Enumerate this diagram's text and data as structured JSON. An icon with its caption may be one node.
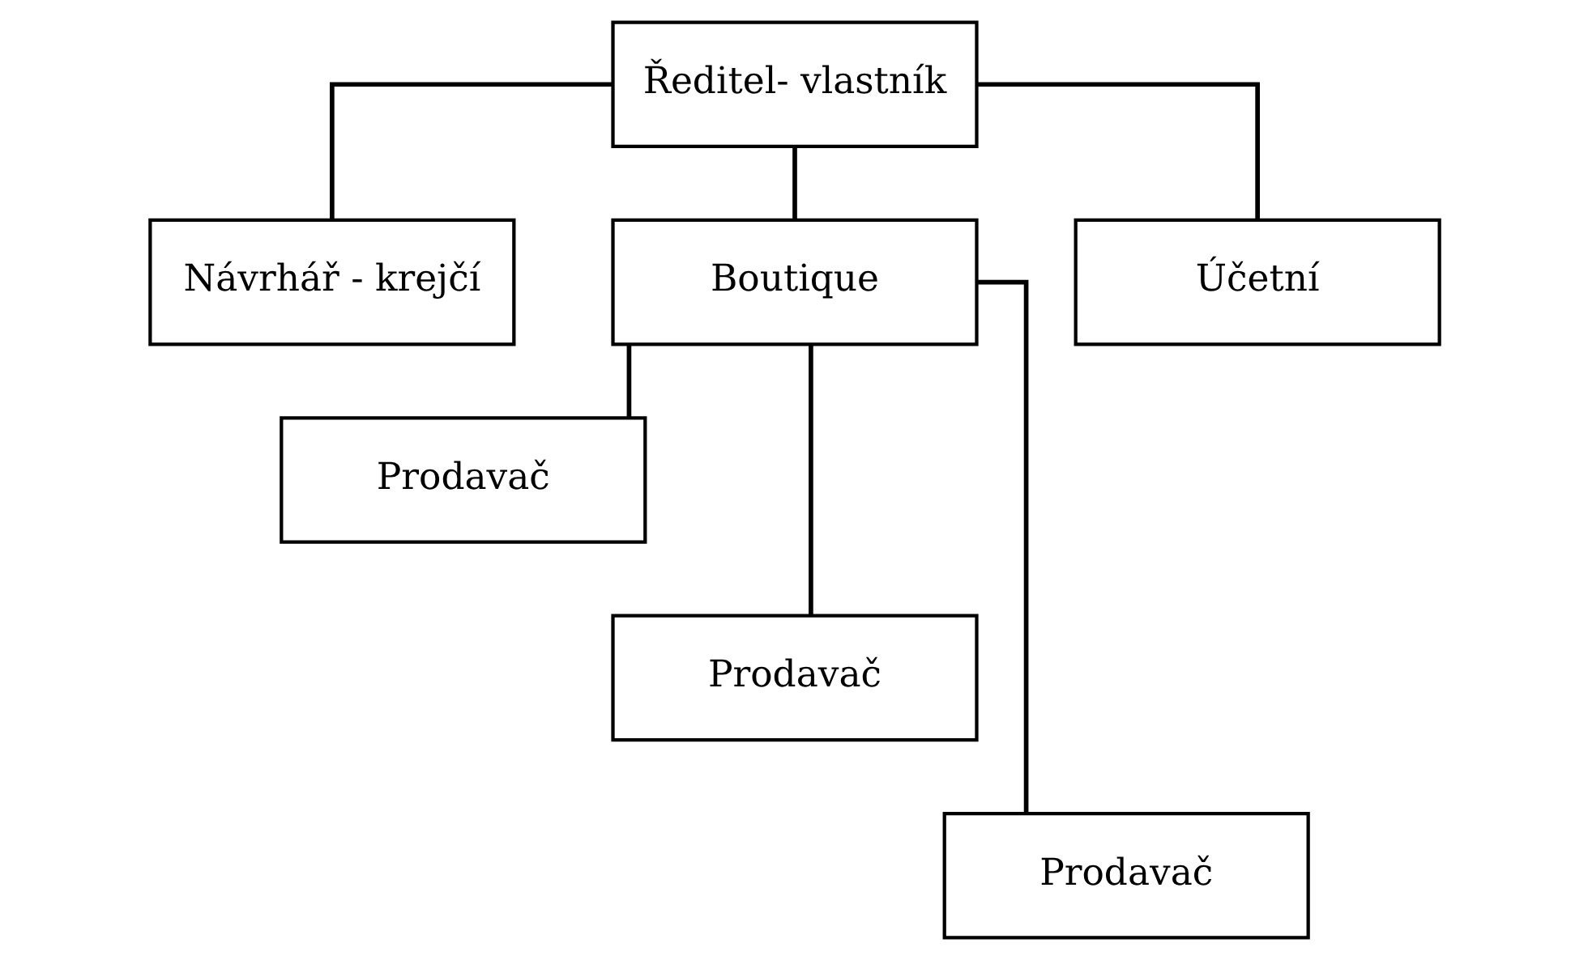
{
  "diagram": {
    "nodes": [
      {
        "text": [
          "Ředitel- vlastník"
        ]
      },
      {
        "text": [
          "Návrhář - krejčí"
        ]
      },
      {
        "text": [
          "Boutique"
        ]
      },
      {
        "text": [
          "Účetní"
        ]
      },
      {
        "text": [
          "Prodavač"
        ]
      },
      {
        "text": [
          "Prodavač"
        ]
      },
      {
        "text": [
          "Prodavač"
        ]
      }
    ],
    "edges": [
      {
        "from": 0,
        "to": 1,
        "arrow": "none"
      },
      {
        "from": 0,
        "to": 2,
        "arrow": "none"
      },
      {
        "from": 0,
        "to": 3,
        "arrow": "none"
      },
      {
        "from": 2,
        "to": 4,
        "arrow": "none"
      },
      {
        "from": 2,
        "to": 5,
        "arrow": "none"
      },
      {
        "from": 2,
        "to": 6,
        "arrow": "none"
      }
    ]
  }
}
